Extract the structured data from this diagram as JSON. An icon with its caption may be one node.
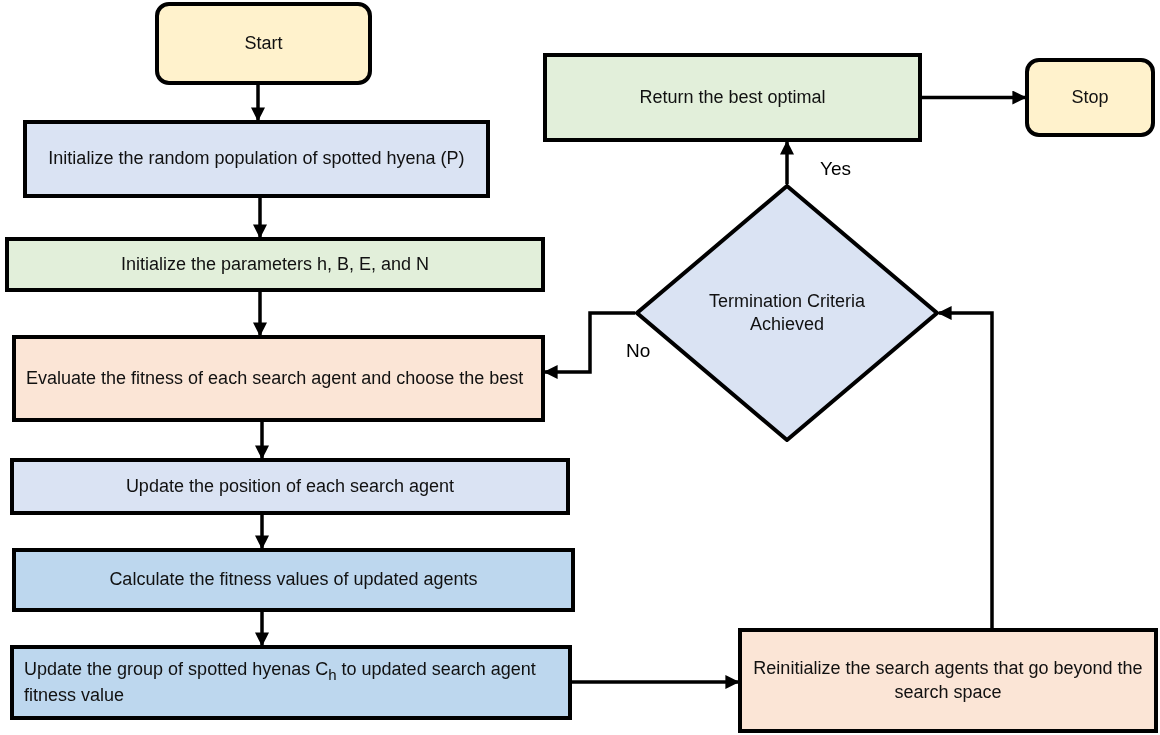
{
  "diagram": {
    "nodes": [
      {
        "text": [
          "Start"
        ]
      },
      {
        "text": [
          "Initialize the random population of spotted hyena (P)"
        ]
      },
      {
        "text": [
          "Initialize the parameters h, B, E, and N"
        ]
      },
      {
        "text": [
          "Evaluate the fitness of each search agent and choose the best"
        ]
      },
      {
        "text": [
          "Update the position of each search agent"
        ]
      },
      {
        "text": [
          "Calculate the fitness values of updated agents"
        ]
      },
      {
        "text": [
          "Update the group of spotted hyenas C$_{h}$ to updated search agent fitness value"
        ]
      },
      {
        "text": [
          "Reinitialize the search agents that go beyond the search space"
        ]
      },
      {
        "text": [
          "Termination Criteria Achieved"
        ]
      },
      {
        "text": [
          "Return the best optimal"
        ]
      },
      {
        "text": [
          "Stop"
        ]
      }
    ],
    "edges": [
      {
        "from": 0,
        "to": 1,
        "arrow": "to"
      },
      {
        "from": 1,
        "to": 2,
        "arrow": "to"
      },
      {
        "from": 2,
        "to": 3,
        "arrow": "to"
      },
      {
        "from": 3,
        "to": 4,
        "arrow": "to"
      },
      {
        "from": 4,
        "to": 5,
        "arrow": "to"
      },
      {
        "from": 5,
        "to": 6,
        "arrow": "to"
      },
      {
        "from": 6,
        "to": 7,
        "arrow": "to"
      },
      {
        "from": 7,
        "to": 8,
        "arrow": "to"
      },
      {
        "from": 8,
        "to": 3,
        "arrow": "to",
        "label": "No"
      },
      {
        "from": 8,
        "to": 9,
        "arrow": "to",
        "label": "Yes"
      },
      {
        "from": 9,
        "to": 10,
        "arrow": "to"
      }
    ]
  }
}
